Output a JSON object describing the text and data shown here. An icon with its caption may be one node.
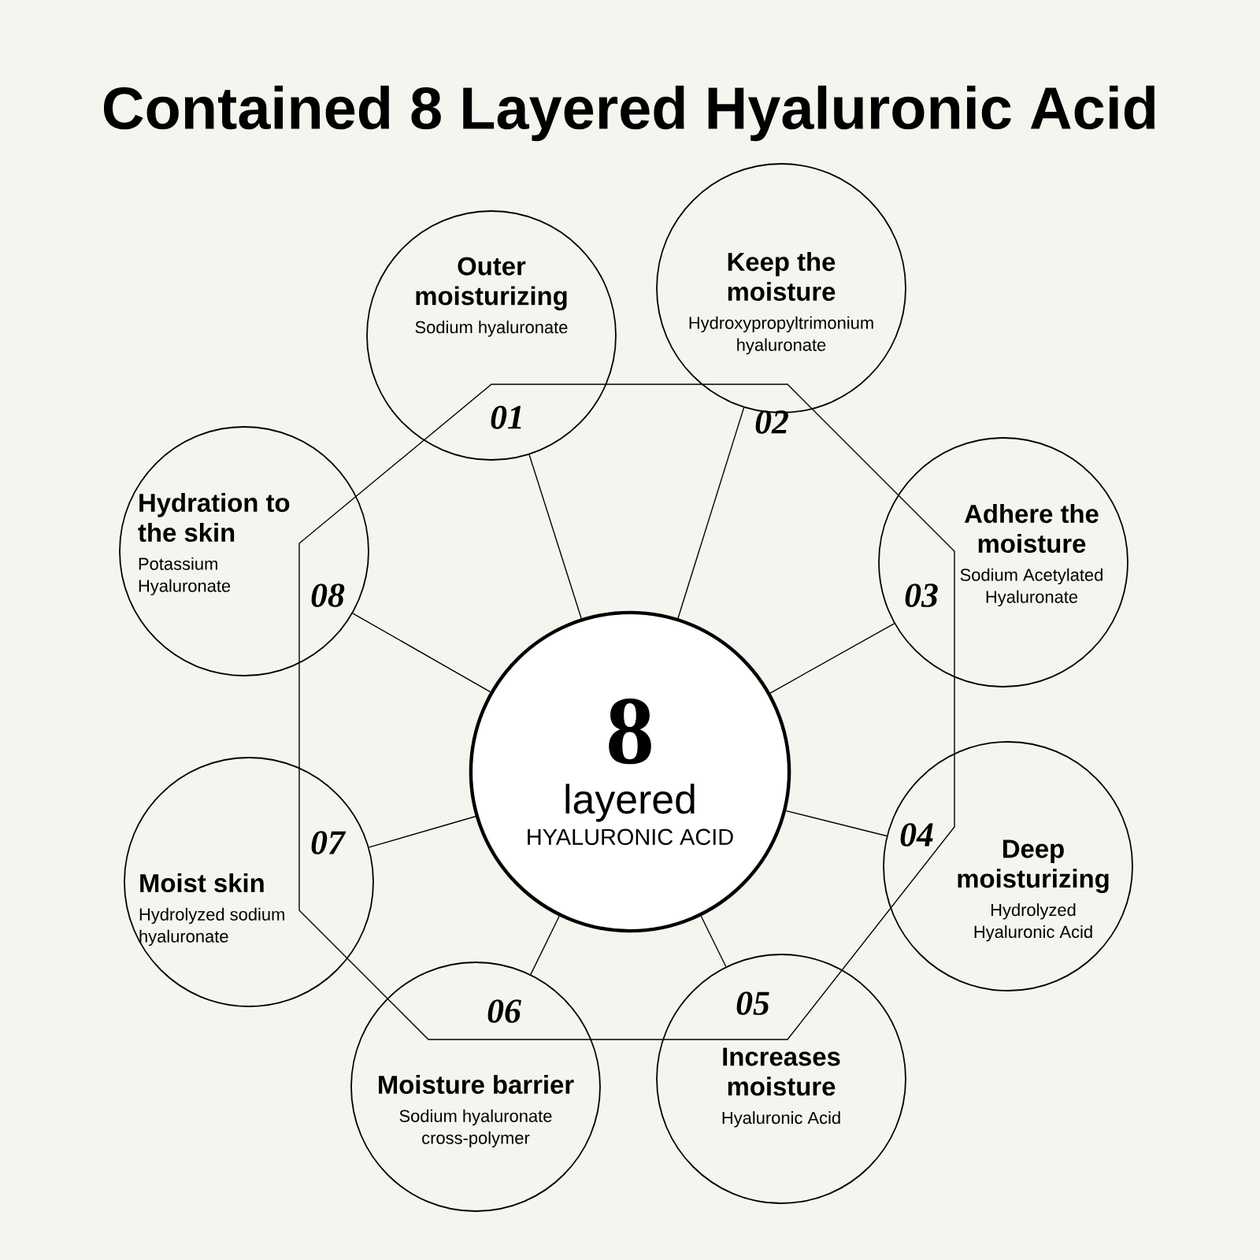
{
  "diagram": {
    "title": "Contained 8 Layered Hyaluronic Acid",
    "nodes": [
      {
        "text": [
          "8",
          "layered",
          "HYALURONIC ACID"
        ]
      },
      {
        "text": [
          "Outer moisturizing",
          "Sodium hyaluronate"
        ]
      },
      {
        "text": [
          "Keep the moisture",
          "Hydroxypropyltrimonium hyaluronate"
        ]
      },
      {
        "text": [
          "Adhere the moisture",
          "Sodium Acetylated Hyaluronate"
        ]
      },
      {
        "text": [
          "Deep moisturizing",
          "Hydrolyzed Hyaluronic Acid"
        ]
      },
      {
        "text": [
          "Increases moisture",
          "Hyaluronic Acid"
        ]
      },
      {
        "text": [
          "Moisture barrier",
          "Sodium hyaluronate cross-polymer"
        ]
      },
      {
        "text": [
          "Moist skin",
          "Hydrolyzed sodium hyaluronate"
        ]
      },
      {
        "text": [
          "Hydration to the skin",
          "Potassium Hyaluronate"
        ]
      }
    ],
    "edges": [
      {
        "from": 0,
        "to": 1,
        "arrow": "none"
      },
      {
        "from": 0,
        "to": 2,
        "arrow": "none"
      },
      {
        "from": 0,
        "to": 3,
        "arrow": "none"
      },
      {
        "from": 0,
        "to": 4,
        "arrow": "none"
      },
      {
        "from": 0,
        "to": 5,
        "arrow": "none"
      },
      {
        "from": 0,
        "to": 6,
        "arrow": "none"
      },
      {
        "from": 0,
        "to": 7,
        "arrow": "none"
      },
      {
        "from": 0,
        "to": 8,
        "arrow": "none"
      }
    ],
    "labels": [
      "01",
      "02",
      "03",
      "04",
      "05",
      "06",
      "07",
      "08"
    ]
  }
}
